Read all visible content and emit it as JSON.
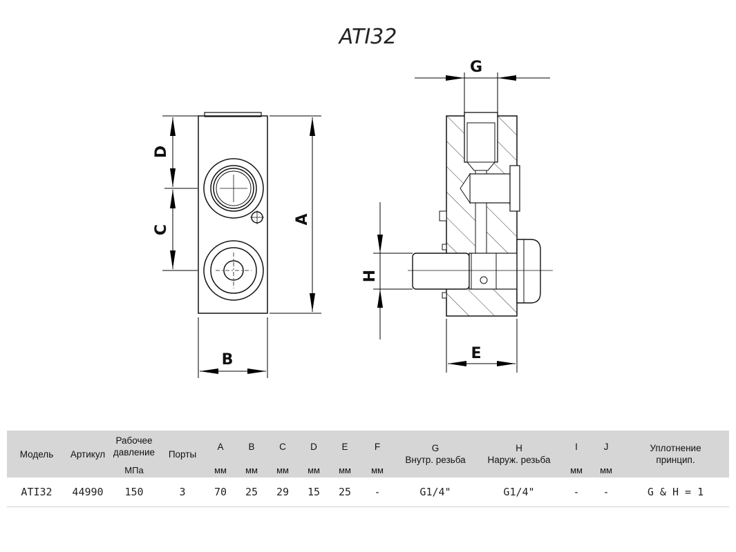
{
  "title": "ATI32",
  "dimension_labels": {
    "A": "A",
    "B": "B",
    "C": "C",
    "D": "D",
    "E": "E",
    "G": "G",
    "H": "H"
  },
  "table": {
    "headers": {
      "model": "Модель",
      "article": "Артикул",
      "pressure_1": "Рабочее",
      "pressure_2": "давление",
      "ports": "Порты",
      "A": "A",
      "B": "B",
      "C": "C",
      "D": "D",
      "E": "E",
      "F": "F",
      "G": "G",
      "G_sub": "Внутр. резьба",
      "H": "H",
      "H_sub": "Наруж. резьба",
      "I": "I",
      "J": "J",
      "seal_1": "Уплотнение",
      "seal_2": "принцип."
    },
    "units": {
      "pressure": "МПа",
      "A": "мм",
      "B": "мм",
      "C": "мм",
      "D": "мм",
      "E": "мм",
      "F": "мм",
      "I": "мм",
      "J": "мм"
    },
    "row": {
      "model": "ATI32",
      "article": "44990",
      "pressure": "150",
      "ports": "3",
      "A": "70",
      "B": "25",
      "C": "29",
      "D": "15",
      "E": "25",
      "F": "-",
      "G": "G1/4\"",
      "H": "G1/4\"",
      "I": "-",
      "J": "-",
      "seal": "G & H = 1"
    }
  }
}
